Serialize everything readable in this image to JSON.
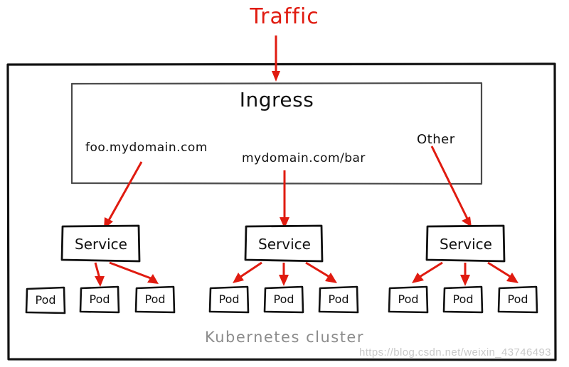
{
  "diagram": {
    "title": "Traffic",
    "ingress": {
      "label": "Ingress"
    },
    "rules": [
      {
        "id": "rule-foo",
        "label": "foo.mydomain.com"
      },
      {
        "id": "rule-bar",
        "label": "mydomain.com/bar"
      },
      {
        "id": "rule-other",
        "label": "Other"
      }
    ],
    "services": [
      {
        "id": "service-left",
        "label": "Service"
      },
      {
        "id": "service-middle",
        "label": "Service"
      },
      {
        "id": "service-right",
        "label": "Service"
      }
    ],
    "pods": [
      {
        "id": "pod-1",
        "label": "Pod"
      },
      {
        "id": "pod-2",
        "label": "Pod"
      },
      {
        "id": "pod-3",
        "label": "Pod"
      },
      {
        "id": "pod-4",
        "label": "Pod"
      },
      {
        "id": "pod-5",
        "label": "Pod"
      },
      {
        "id": "pod-6",
        "label": "Pod"
      },
      {
        "id": "pod-7",
        "label": "Pod"
      },
      {
        "id": "pod-8",
        "label": "Pod"
      },
      {
        "id": "pod-9",
        "label": "Pod"
      }
    ],
    "cluster_label": "Kubernetes cluster",
    "watermark": "https://blog.csdn.net/weixin_43746493",
    "colors": {
      "arrow": "#e01b10",
      "stroke": "#111111",
      "cluster_text": "#8c8c8c",
      "watermark_text": "#c9c9c9",
      "background": "#ffffff"
    }
  }
}
